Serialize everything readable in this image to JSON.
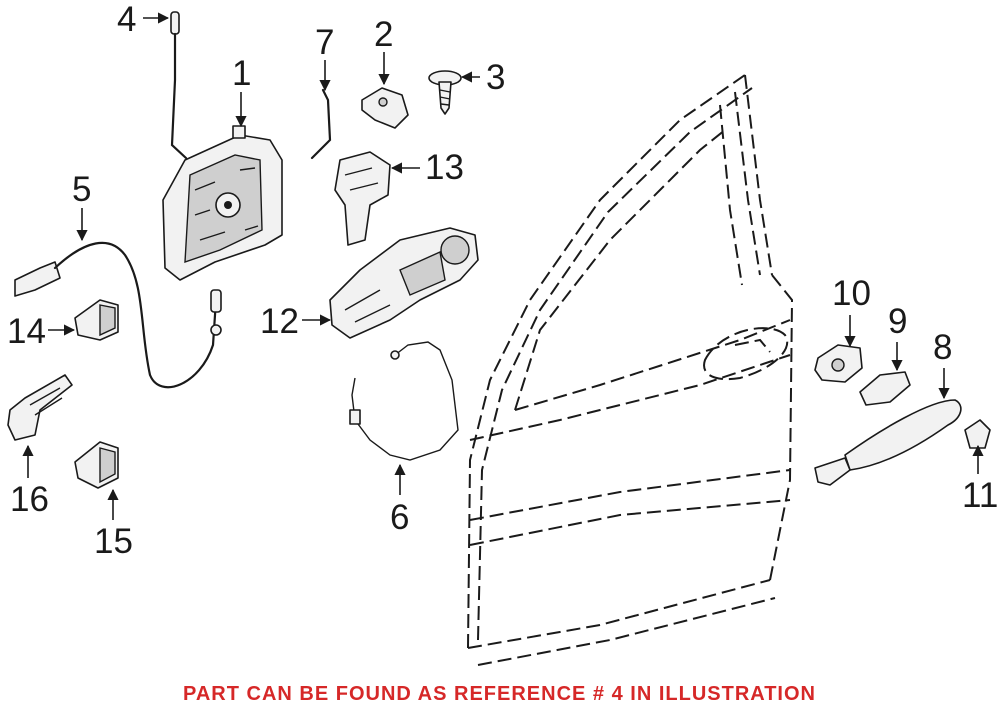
{
  "diagram": {
    "callouts": [
      "1",
      "2",
      "3",
      "4",
      "5",
      "6",
      "7",
      "8",
      "9",
      "10",
      "11",
      "12",
      "13",
      "14",
      "15",
      "16"
    ],
    "footer_note": "PART CAN BE FOUND AS REFERENCE # 4 IN ILLUSTRATION"
  },
  "colors": {
    "line": "#1a1a1a",
    "part_fill": "#f2f2f2",
    "footer_text": "#d62828",
    "background": "#ffffff"
  }
}
